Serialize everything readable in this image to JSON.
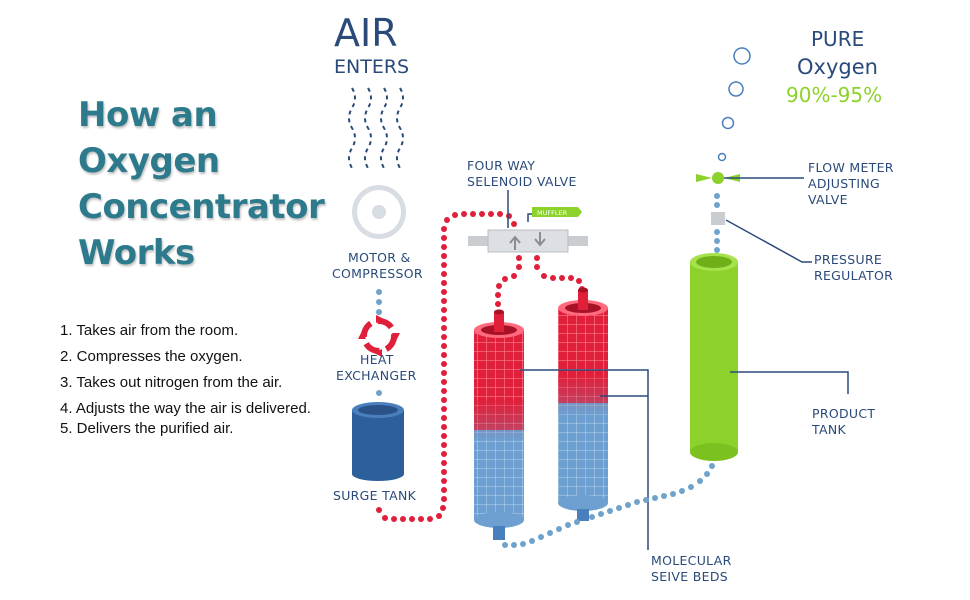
{
  "title_lines": [
    "How an",
    "Oxygen",
    "Concentrator",
    "Works"
  ],
  "steps": [
    "1. Takes air from the room.",
    "2. Compresses the oxygen.",
    "3. Takes out nitrogen from the air.",
    "4. Adjusts the way the air is delivered.",
    "5. Delivers the purified air."
  ],
  "labels": {
    "air": "AIR",
    "enters": "ENTERS",
    "pure": "PURE",
    "oxygen": "Oxygen",
    "percent": "90%-95%",
    "four_way_1": "FOUR WAY",
    "four_way_2": "SELENOID VALVE",
    "muffler": "MUFFLER",
    "flow_1": "FLOW METER",
    "flow_2": "ADJUSTING",
    "flow_3": "VALVE",
    "pressure_1": "PRESSURE",
    "pressure_2": "REGULATOR",
    "motor_1": "MOTOR &",
    "motor_2": "COMPRESSOR",
    "heat_1": "HEAT",
    "heat_2": "EXCHANGER",
    "surge": "SURGE TANK",
    "product_1": "PRODUCT",
    "product_2": "TANK",
    "sieve_1": "MOLECULAR",
    "sieve_2": "SEIVE BEDS"
  },
  "colors": {
    "title": "#2c7a8c",
    "label": "#2a4a7a",
    "oxygen_green": "#8cd22a",
    "red": "#e0203a",
    "blue_dots": "#6fa3cc",
    "tank_blue": "#2d5f9a"
  }
}
